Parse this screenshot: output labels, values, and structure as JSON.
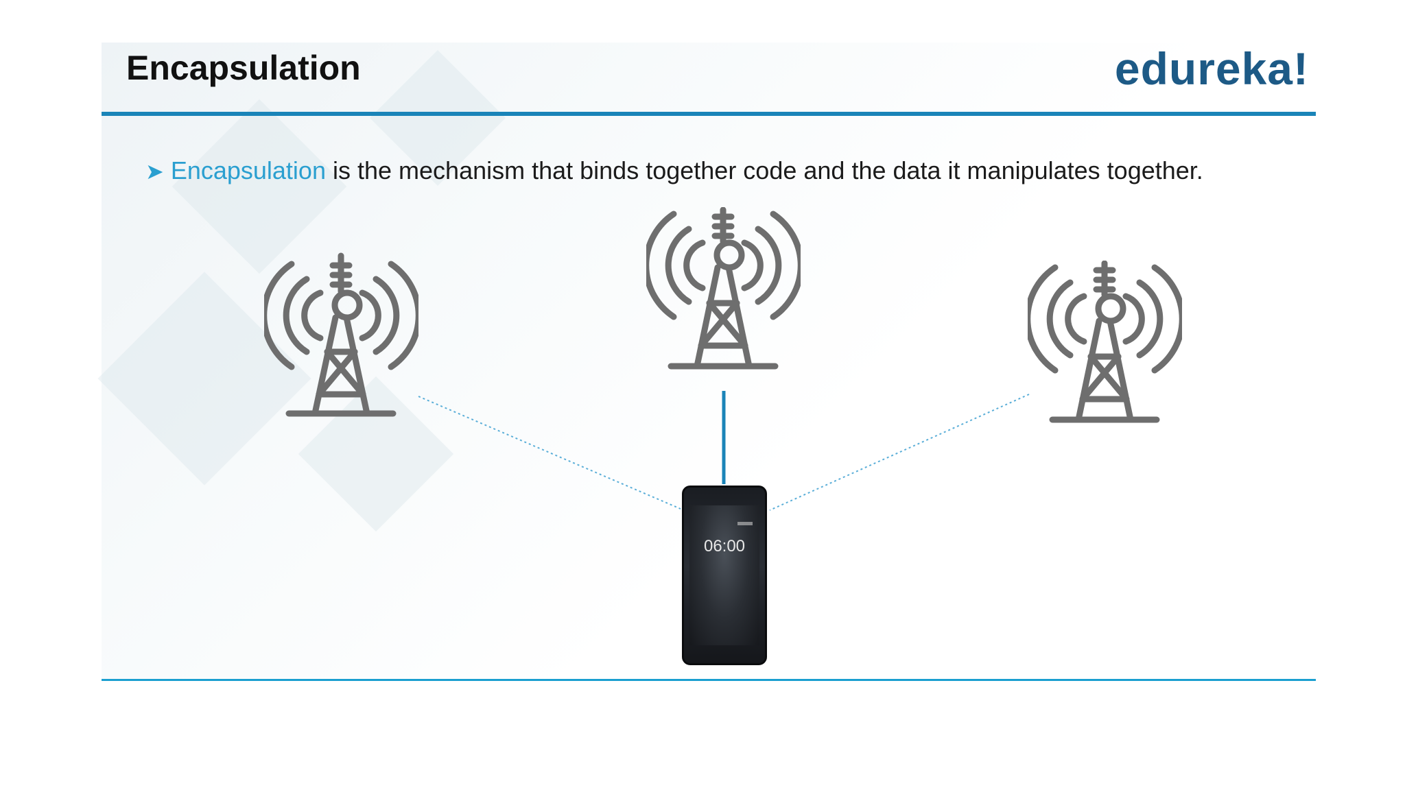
{
  "slide": {
    "title": "Encapsulation",
    "logo_text": "edureka!",
    "bullet": {
      "term": "Encapsulation",
      "text": " is the mechanism that binds together code and the data it manipulates together."
    }
  },
  "diagram": {
    "towers": [
      {
        "name": "left-tower",
        "icon": "cell-tower-icon"
      },
      {
        "name": "center-tower",
        "icon": "cell-tower-icon"
      },
      {
        "name": "right-tower",
        "icon": "cell-tower-icon"
      }
    ],
    "links": [
      {
        "from": "left-tower",
        "to": "phone",
        "style": "dotted"
      },
      {
        "from": "center-tower",
        "to": "phone",
        "style": "solid"
      },
      {
        "from": "right-tower",
        "to": "phone",
        "style": "dotted"
      }
    ],
    "phone": {
      "icon": "smartphone-icon",
      "time": "06:00"
    }
  },
  "colors": {
    "accent": "#1a84b8",
    "highlight": "#2a9fd0",
    "logo": "#1d5a86",
    "tower": "#6e6e6e"
  }
}
